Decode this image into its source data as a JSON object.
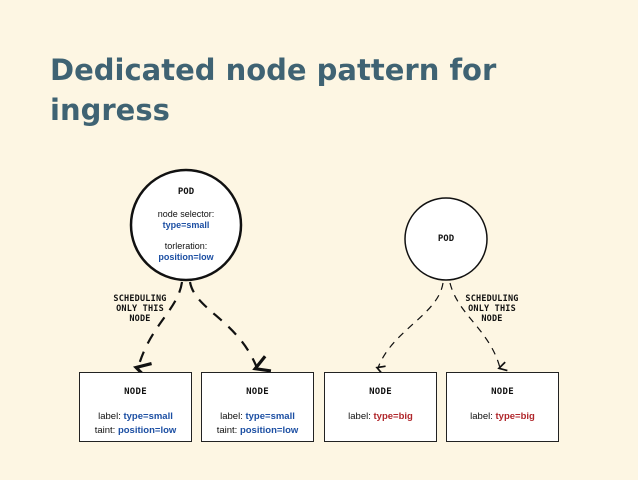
{
  "title": {
    "line1": "Dedicated node pattern for",
    "line2": "ingress"
  },
  "left": {
    "pod": {
      "heading": "POD",
      "selector_label": "node selector:",
      "selector_value": "type=small",
      "toleration_label": "torleration:",
      "toleration_value": "position=low"
    },
    "scheduling": {
      "line1": "SCHEDULING",
      "line2": "ONLY THIS",
      "line3": "NODE"
    },
    "nodes": [
      {
        "heading": "NODE",
        "label_key": "label:",
        "label_value": "type=small",
        "taint_key": "taint:",
        "taint_value": "position=low"
      },
      {
        "heading": "NODE",
        "label_key": "label:",
        "label_value": "type=small",
        "taint_key": "taint:",
        "taint_value": "position=low"
      }
    ]
  },
  "right": {
    "pod": {
      "heading": "POD"
    },
    "scheduling": {
      "line1": "SCHEDULING",
      "line2": "ONLY THIS",
      "line3": "NODE"
    },
    "nodes": [
      {
        "heading": "NODE",
        "label_key": "label:",
        "label_value": "type=big"
      },
      {
        "heading": "NODE",
        "label_key": "label:",
        "label_value": "type=big"
      }
    ]
  },
  "colors": {
    "background": "#fdf6e3",
    "title": "#3f6373",
    "blue_value": "#1c4fa3",
    "red_value": "#b0262b"
  }
}
